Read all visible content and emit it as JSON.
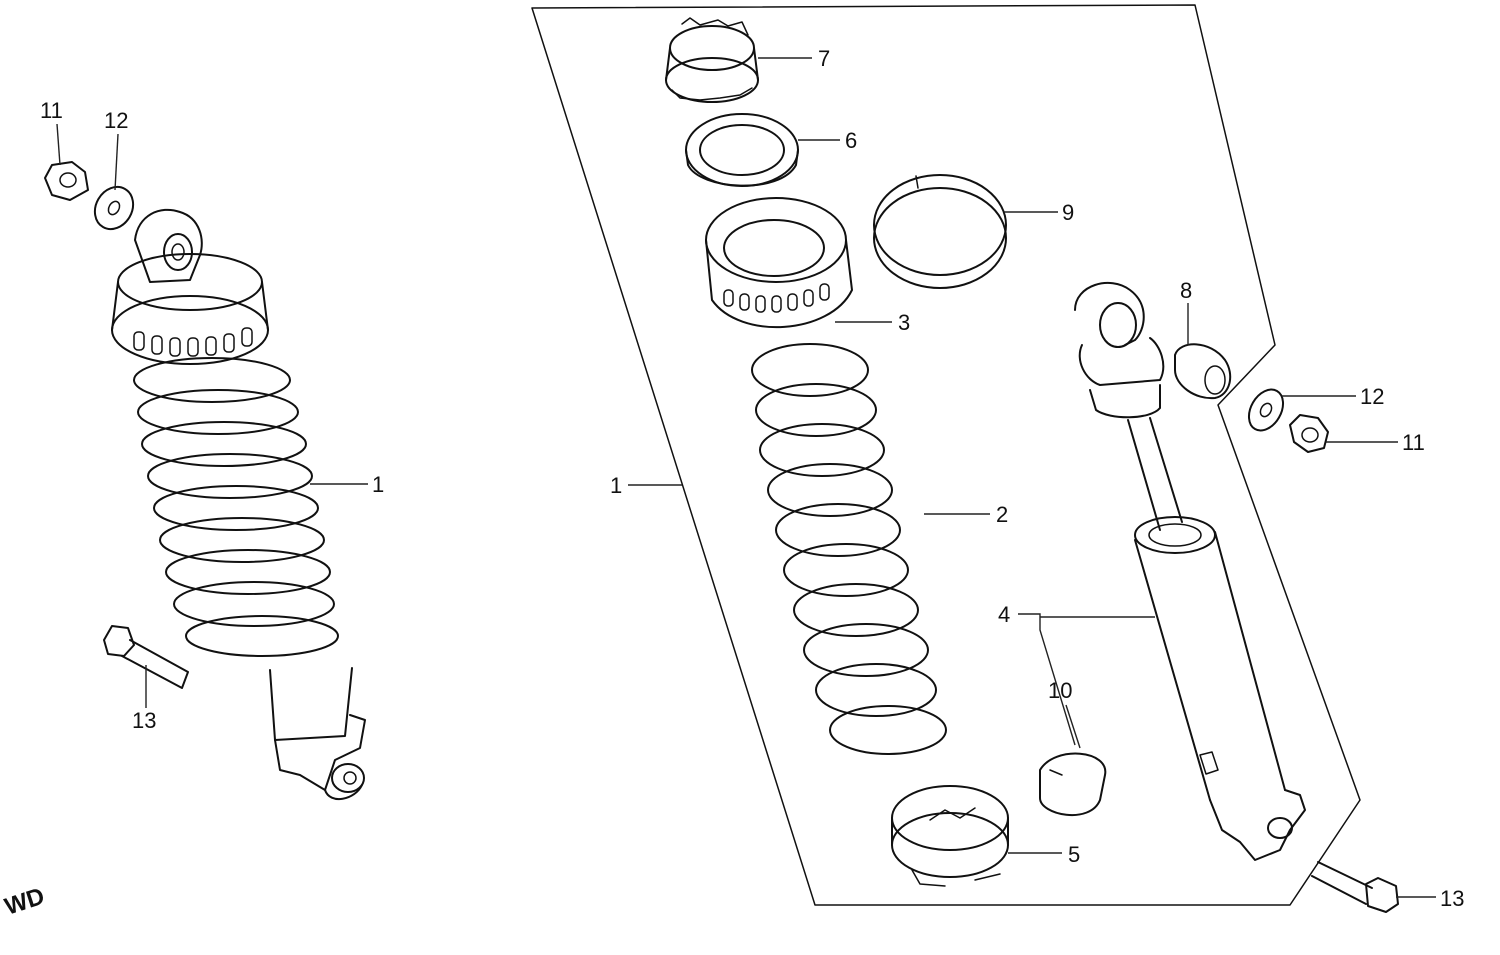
{
  "diagram": {
    "corner_text": "WD",
    "assembled_view": {
      "labels": {
        "shock_assembly": "1",
        "cap_nut": "11",
        "washer": "12",
        "bolt": "13"
      }
    },
    "exploded_view": {
      "labels": {
        "shock_assembly": "1",
        "spring": "2",
        "upper_seat": "3",
        "damper": "4",
        "lower_seat": "5",
        "ring": "6",
        "stopper": "7",
        "bushing": "8",
        "band": "9",
        "collar": "10",
        "washer": "12",
        "cap_nut": "11",
        "bolt": "13"
      }
    }
  }
}
